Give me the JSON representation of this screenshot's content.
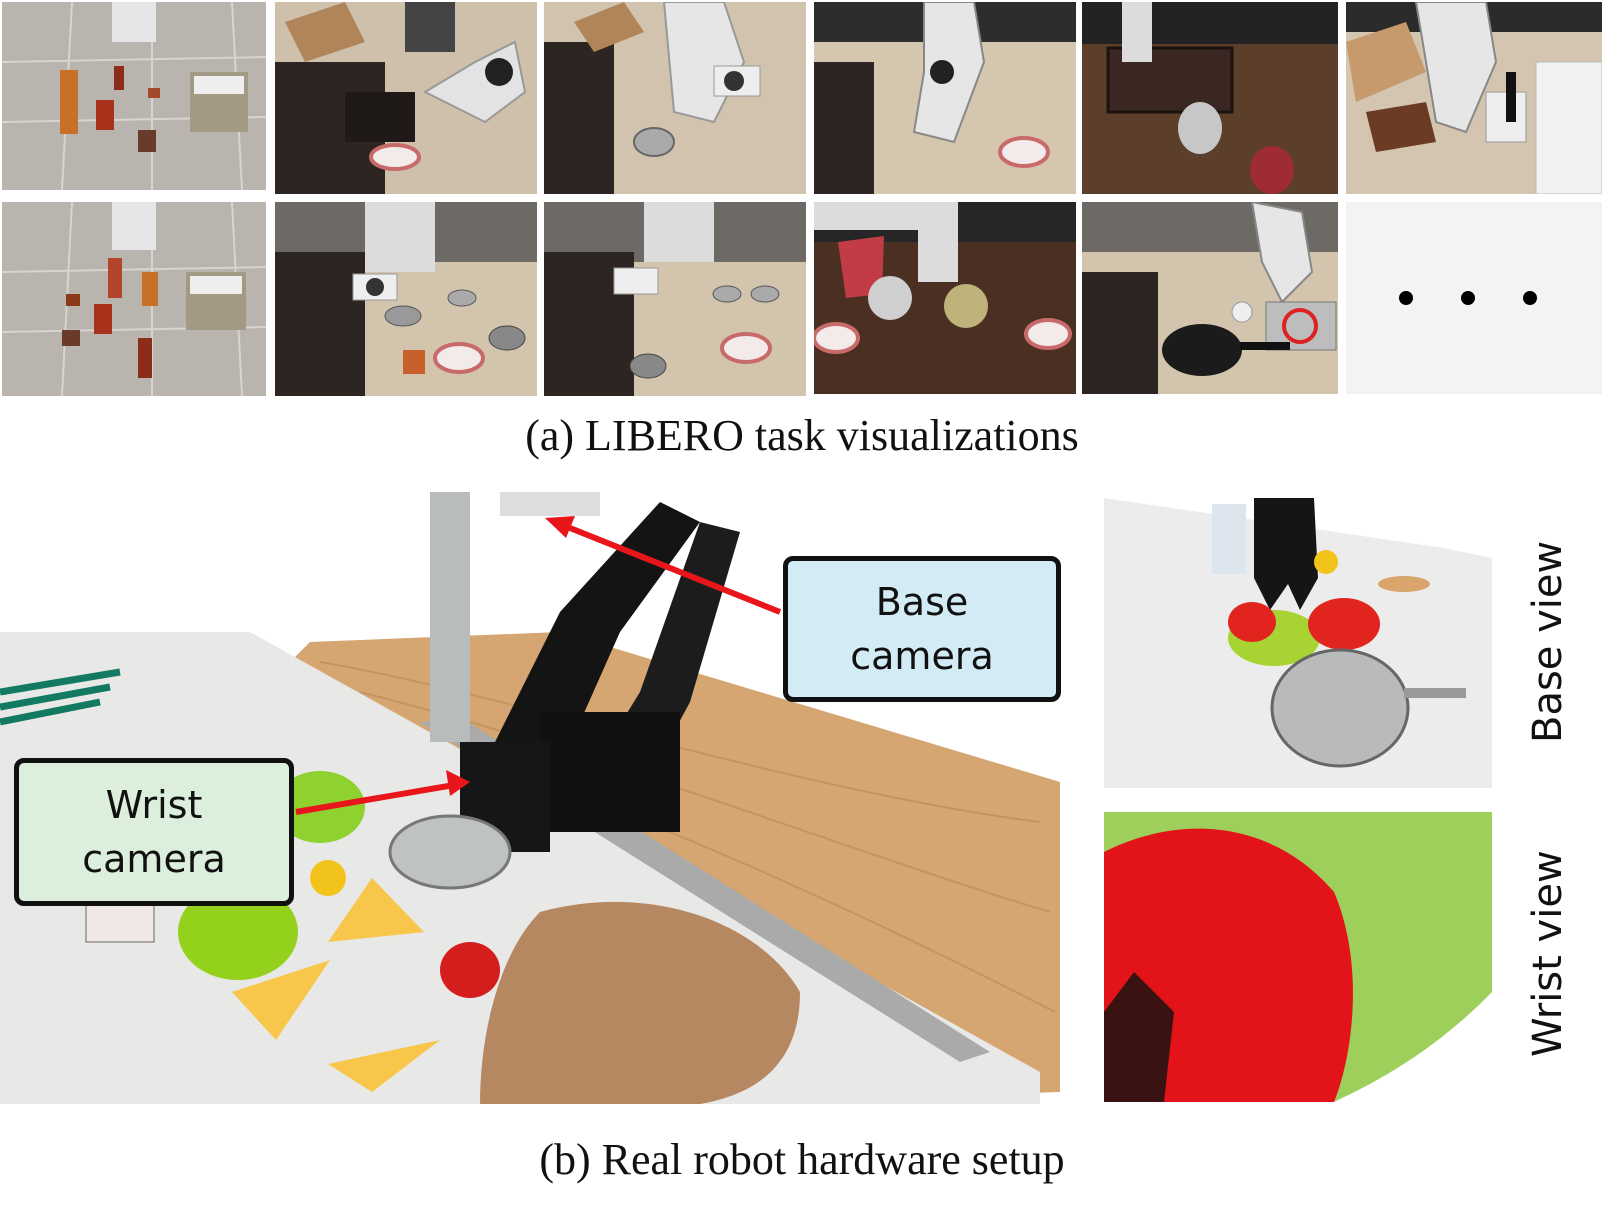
{
  "panel_a": {
    "caption": "(a) LIBERO task visualizations",
    "continuation_icon": "ellipsis-icon"
  },
  "panel_b": {
    "caption": "(b) Real robot hardware setup",
    "base_callout": "Base\ncamera",
    "wrist_callout": "Wrist\ncamera",
    "base_view_label": "Base view",
    "wrist_view_label": "Wrist view"
  },
  "colors": {
    "arrow": "#e8161b",
    "base_callout_fill": "#d3ebf5",
    "wrist_callout_fill": "#dcefdc"
  }
}
